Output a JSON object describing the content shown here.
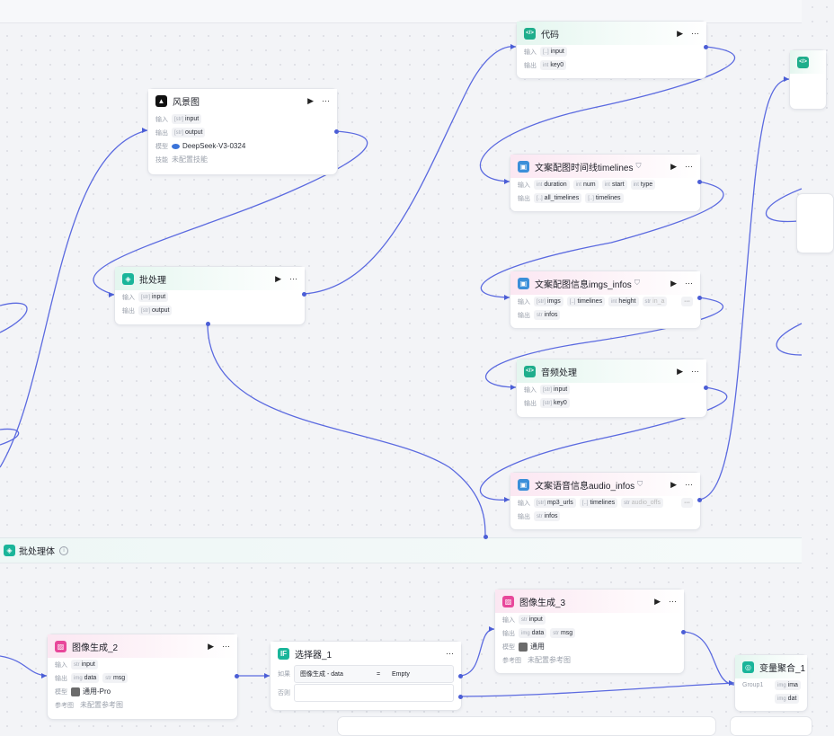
{
  "colors": {
    "edge": "#5b6ae0",
    "accent_green": "#1fae8c",
    "accent_pink": "#e8479a"
  },
  "nodes": {
    "code": {
      "title": "代码",
      "in_label": "输入",
      "in_type": "[..]",
      "in_name": "input",
      "out_label": "输出",
      "out_type": "int",
      "out_name": "key0",
      "icon": "code-icon"
    },
    "landscape": {
      "title": "风景图",
      "in_label": "输入",
      "in_type": "[str]",
      "in_name": "input",
      "out_label": "输出",
      "out_type": "[str]",
      "out_name": "output",
      "model_label": "模型",
      "model": "DeepSeek-V3-0324",
      "skill_label": "技能",
      "skill": "未配置技能",
      "icon": "landscape-icon"
    },
    "timelines": {
      "title": "文案配图时间线timelines",
      "in_label": "输入",
      "inputs": [
        {
          "t": "int",
          "n": "duration"
        },
        {
          "t": "int",
          "n": "num"
        },
        {
          "t": "int",
          "n": "start"
        },
        {
          "t": "int",
          "n": "type"
        }
      ],
      "out_label": "输出",
      "outputs": [
        {
          "t": "[..]",
          "n": "all_timelines"
        },
        {
          "t": "[..]",
          "n": "timelines"
        }
      ],
      "icon": "plugin-icon"
    },
    "batch": {
      "title": "批处理",
      "in_label": "输入",
      "in_type": "[str]",
      "in_name": "input",
      "out_label": "输出",
      "out_type": "[str]",
      "out_name": "output",
      "icon": "batch-icon"
    },
    "imgs_infos": {
      "title": "文案配图信息imgs_infos",
      "in_label": "输入",
      "inputs": [
        {
          "t": "[str]",
          "n": "imgs"
        },
        {
          "t": "[..]",
          "n": "timelines"
        },
        {
          "t": "int",
          "n": "height"
        },
        {
          "t": "str",
          "n": "in_a"
        }
      ],
      "more": "···",
      "out_label": "输出",
      "out_type": "str",
      "out_name": "infos",
      "icon": "plugin-icon"
    },
    "audio": {
      "title": "音频处理",
      "in_label": "输入",
      "in_type": "[str]",
      "in_name": "input",
      "out_label": "输出",
      "out_type": "[str]",
      "out_name": "key0",
      "icon": "code-icon"
    },
    "audio_infos": {
      "title": "文案语音信息audio_infos",
      "in_label": "输入",
      "inputs": [
        {
          "t": "[str]",
          "n": "mp3_urls"
        },
        {
          "t": "[..]",
          "n": "timelines"
        },
        {
          "t": "str",
          "n": "audio_offs"
        }
      ],
      "more": "···",
      "out_label": "输出",
      "out_type": "str",
      "out_name": "infos",
      "icon": "plugin-icon"
    },
    "img_gen_2": {
      "title": "图像生成_2",
      "in_label": "输入",
      "in_type": "str",
      "in_name": "input",
      "out_label": "输出",
      "outputs": [
        {
          "t": "img",
          "n": "data"
        },
        {
          "t": "str",
          "n": "msg"
        }
      ],
      "model_label": "模型",
      "model": "通用-Pro",
      "ref_label": "参考图",
      "ref": "未配置参考图",
      "icon": "image-icon"
    },
    "selector_1": {
      "title": "选择器_1",
      "if_label": "如果",
      "cond_left": "图像生成 - data",
      "cond_op": "=",
      "cond_right": "Empty",
      "else_label": "否则",
      "icon": "selector-icon"
    },
    "img_gen_3": {
      "title": "图像生成_3",
      "in_label": "输入",
      "in_type": "str",
      "in_name": "input",
      "out_label": "输出",
      "outputs": [
        {
          "t": "img",
          "n": "data"
        },
        {
          "t": "str",
          "n": "msg"
        }
      ],
      "model_label": "模型",
      "model": "通用",
      "ref_label": "参考图",
      "ref": "未配置参考图",
      "icon": "image-icon"
    },
    "var_agg": {
      "title": "变量聚合_1",
      "group_label": "Group1",
      "items": [
        "ima",
        "dat"
      ],
      "icon": "aggregate-icon"
    }
  },
  "group": {
    "title": "批处理体",
    "info": "i"
  },
  "actions": {
    "run": "▶",
    "more": "···"
  }
}
